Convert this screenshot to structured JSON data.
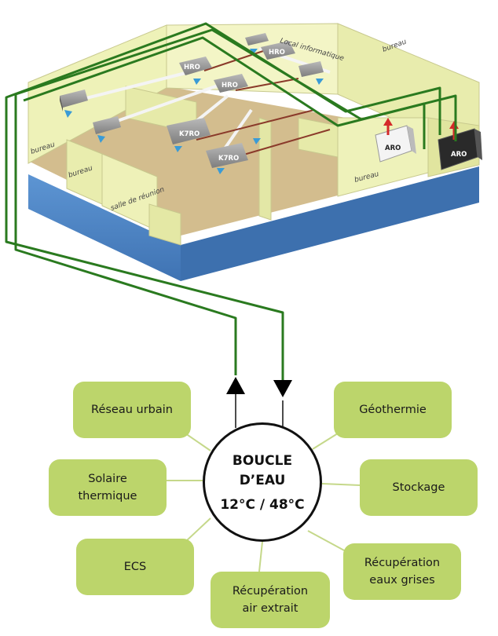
{
  "building": {
    "zones": [
      "bureau",
      "bureau",
      "salle de réunion",
      "bureau",
      "bureau",
      "Local informatique"
    ],
    "units": [
      "HRO",
      "HRO",
      "HRO",
      "K7RO",
      "K7RO",
      "ARO",
      "ARO"
    ]
  },
  "hub": {
    "line1": "BOUCLE",
    "line2": "D’EAU",
    "temperature": "12°C / 48°C"
  },
  "sources": [
    {
      "label": "Réseau urbain"
    },
    {
      "label": "Géothermie"
    },
    {
      "label": "Solaire\nthermique"
    },
    {
      "label": "Stockage"
    },
    {
      "label": "ECS"
    },
    {
      "label": "Récupération\neaux grises"
    },
    {
      "label": "Récupération\nair extrait"
    }
  ],
  "colors": {
    "pipe": "#2a7a1f",
    "box_fill": "#bcd56b",
    "wall": "#ecf0b4",
    "floor": "#ccb483",
    "base": "#4e86c7",
    "connector": "#c5d88a"
  }
}
